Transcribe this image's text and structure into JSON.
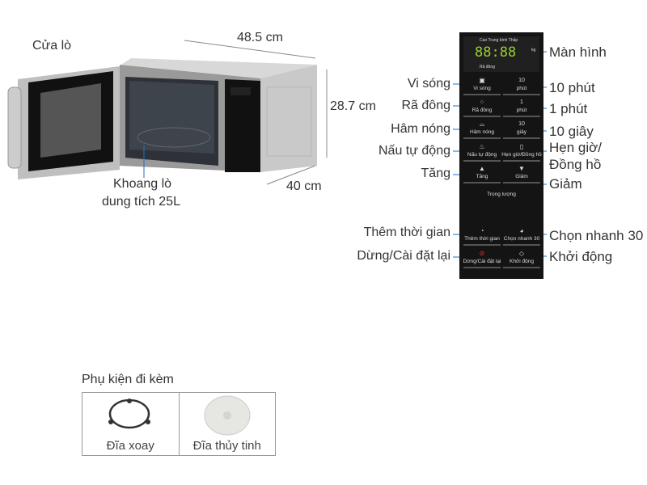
{
  "microwave": {
    "door_label": "Cửa lò",
    "width": "48.5 cm",
    "height": "28.7 cm",
    "depth": "40 cm",
    "cavity_line1": "Khoang lò",
    "cavity_line2": "dung tích 25L"
  },
  "panel": {
    "display_top": "Cao  Trung bình  Thấp",
    "display_digits": "88:88",
    "display_sub": "Rã đông",
    "display_units": "kg",
    "buttons": [
      {
        "label": "Vi sóng"
      },
      {
        "num": "10",
        "label": "phút"
      },
      {
        "label": "Rã đông"
      },
      {
        "num": "1",
        "label": "phút"
      },
      {
        "label": "Hâm nóng"
      },
      {
        "num": "10",
        "label": "giây"
      },
      {
        "label": "Nấu tự động"
      },
      {
        "label": "Hẹn giờ/Đồng hồ"
      },
      {
        "label": "Tăng"
      },
      {
        "label": "Giảm"
      },
      {
        "label": "Thêm thời gian"
      },
      {
        "label": "Chọn nhanh 30"
      },
      {
        "label": "Dừng/Cài đặt lại"
      },
      {
        "label": "Khởi động"
      }
    ],
    "weight_label": "Trọng lượng"
  },
  "callouts_left": [
    "Vi sóng",
    "Rã đông",
    "Hâm nóng",
    "Nấu tự động",
    "Tăng",
    "Thêm thời gian",
    "Dừng/Cài đặt lại"
  ],
  "callouts_right": [
    "Màn hình",
    "10 phút",
    "1 phút",
    "10 giây",
    "Hẹn giờ/",
    "Đồng hồ",
    "Giảm",
    "Chọn nhanh 30",
    "Khởi động"
  ],
  "accessories": {
    "title": "Phụ kiện đi kèm",
    "items": [
      {
        "name": "Đĩa xoay"
      },
      {
        "name": "Đĩa thủy tinh"
      }
    ]
  },
  "colors": {
    "callout_line": "#1a73c9",
    "panel": "#141414",
    "display": "#9acd32"
  }
}
